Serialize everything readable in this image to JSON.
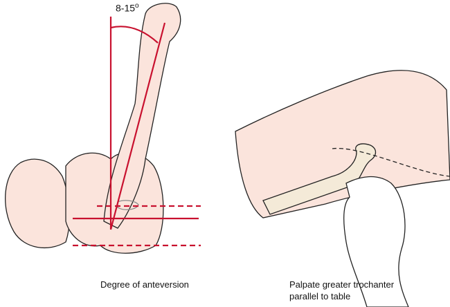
{
  "left_panel": {
    "angle_label": "8-15",
    "angle_unit": "o",
    "caption": "Degree of anteversion"
  },
  "right_panel": {
    "caption_line1": "Palpate greater trochanter",
    "caption_line2": "parallel to table"
  },
  "colors": {
    "reference_line": "#c8102e",
    "skin": "#fbe4dc",
    "bone": "#f4ead8",
    "outline": "#222222"
  }
}
